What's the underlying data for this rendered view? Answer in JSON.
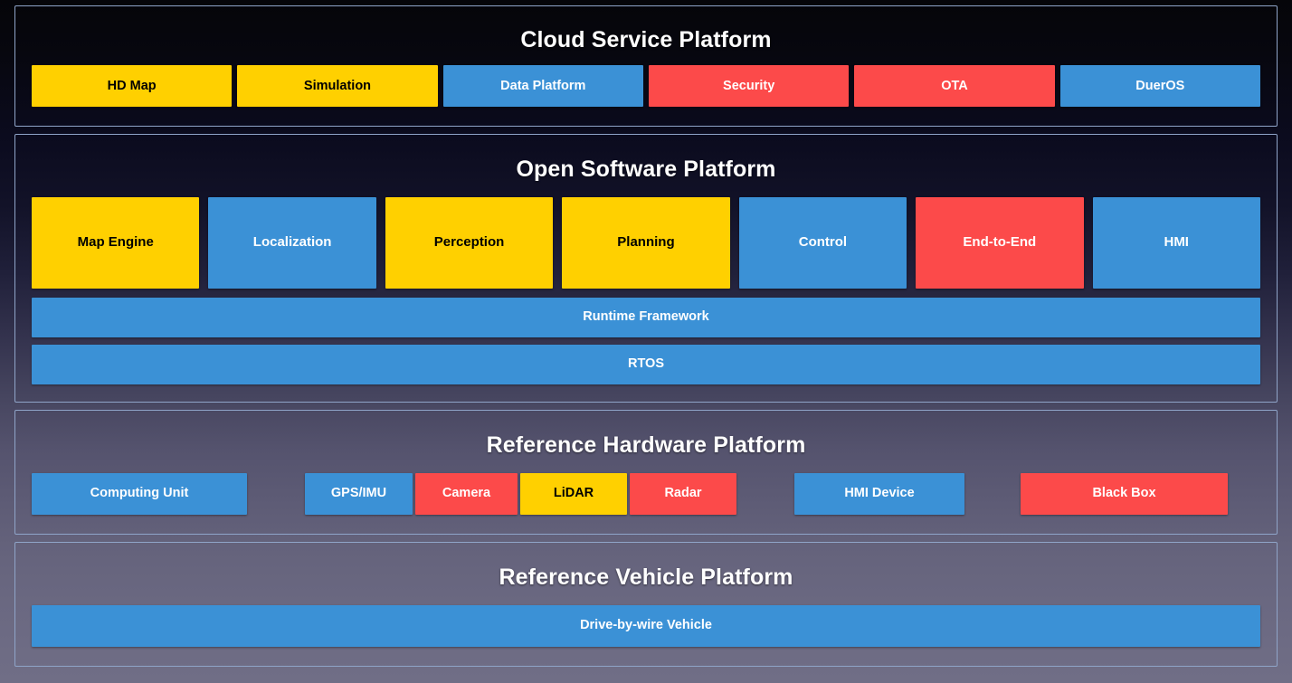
{
  "colors": {
    "yellow": "#FFD000",
    "blue": "#3B91D6",
    "red": "#FC4A4A",
    "panel_border": "#8FA4C8",
    "title_text": "#FFFFFF",
    "bg_top": "#050509",
    "bg_bottom": "#706E86"
  },
  "layers": [
    {
      "id": "cloud-service-platform",
      "title": "Cloud Service Platform",
      "items": [
        {
          "label": "HD Map",
          "color": "yellow"
        },
        {
          "label": "Simulation",
          "color": "yellow"
        },
        {
          "label": "Data Platform",
          "color": "blue"
        },
        {
          "label": "Security",
          "color": "red"
        },
        {
          "label": "OTA",
          "color": "red"
        },
        {
          "label": "DuerOS",
          "color": "blue"
        }
      ]
    },
    {
      "id": "open-software-platform",
      "title": "Open Software Platform",
      "modules": [
        {
          "label": "Map Engine",
          "color": "yellow"
        },
        {
          "label": "Localization",
          "color": "blue"
        },
        {
          "label": "Perception",
          "color": "yellow"
        },
        {
          "label": "Planning",
          "color": "yellow"
        },
        {
          "label": "Control",
          "color": "blue"
        },
        {
          "label": "End-to-End",
          "color": "red"
        },
        {
          "label": "HMI",
          "color": "blue"
        }
      ],
      "bars": [
        {
          "label": "Runtime Framework",
          "color": "blue"
        },
        {
          "label": "RTOS",
          "color": "blue"
        }
      ]
    },
    {
      "id": "reference-hardware-platform",
      "title": "Reference Hardware Platform",
      "items": [
        {
          "label": "Computing Unit",
          "color": "blue"
        },
        {
          "label": "GPS/IMU",
          "color": "blue"
        },
        {
          "label": "Camera",
          "color": "red"
        },
        {
          "label": "LiDAR",
          "color": "yellow"
        },
        {
          "label": "Radar",
          "color": "red"
        },
        {
          "label": "HMI Device",
          "color": "blue"
        },
        {
          "label": "Black Box",
          "color": "red"
        }
      ]
    },
    {
      "id": "reference-vehicle-platform",
      "title": "Reference Vehicle Platform",
      "items": [
        {
          "label": "Drive-by-wire Vehicle",
          "color": "blue"
        }
      ]
    }
  ]
}
